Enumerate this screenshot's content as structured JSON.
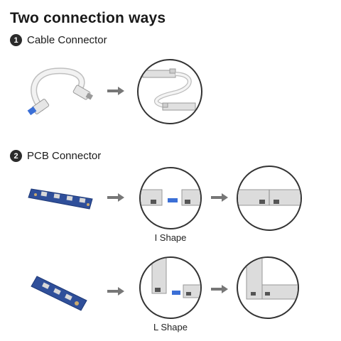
{
  "title": "Two connection ways",
  "steps": [
    {
      "number": "1",
      "label": "Cable Connector"
    },
    {
      "number": "2",
      "label": "PCB Connector"
    }
  ],
  "captions": {
    "i_shape": "I Shape",
    "l_shape": "L Shape"
  },
  "colors": {
    "text": "#1a1a1a",
    "circle_border": "#333333",
    "arrow": "#777777",
    "pcb_blue": "#2f4f9a",
    "profile_grey": "#d9d9d9",
    "connector_blue": "#3b6fd6"
  },
  "icons": [
    "arrow-right-icon",
    "cable-connector-image",
    "pcb-connector-image",
    "connected-profile-image",
    "i-shape-image",
    "l-shape-image"
  ]
}
